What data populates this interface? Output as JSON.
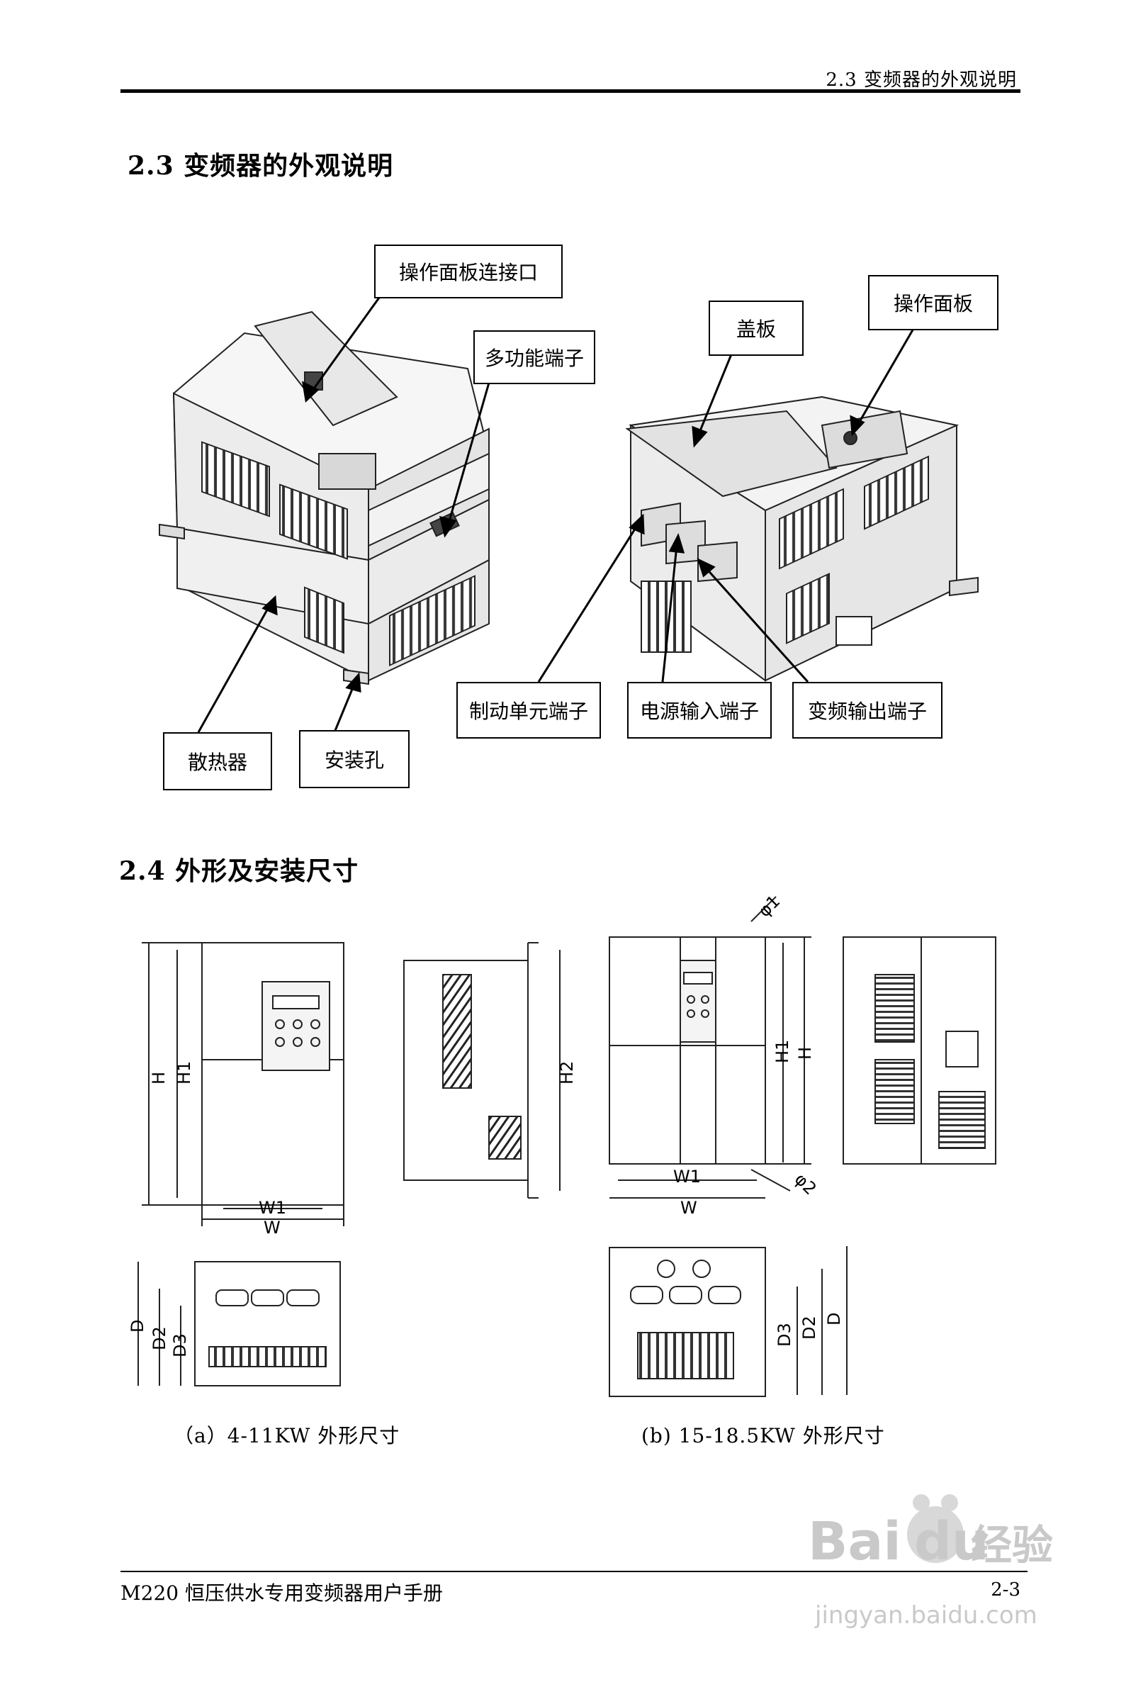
{
  "header": {
    "section": "2.3  变频器的外观说明"
  },
  "section_23": {
    "title": "2.3 变频器的外观说明",
    "callouts": {
      "panel_port": "操作面板连接口",
      "multi_terminal": "多功能端子",
      "heatsink": "散热器",
      "mount_hole": "安装孔",
      "cover": "盖板",
      "panel": "操作面板",
      "brake_terminal": "制动单元端子",
      "power_in_terminal": "电源输入端子",
      "output_terminal": "变频输出端子"
    }
  },
  "section_24": {
    "title": "2.4  外形及安装尺寸",
    "dims": {
      "H": "H",
      "H1": "H1",
      "H2": "H2",
      "W": "W",
      "W1": "W1",
      "D": "D",
      "D2": "D2",
      "D3": "D3",
      "phi1": "φ1",
      "phi2": "φ2"
    },
    "caption_a": "（a）4-11KW 外形尺寸",
    "caption_b": "(b) 15-18.5KW  外形尺寸"
  },
  "footer": {
    "manual_title": "M220 恒压供水专用变频器用户手册",
    "page_number": "2-3"
  },
  "watermark": {
    "brand": "Bai",
    "brand2": "du",
    "jingyan": "经验",
    "url": "jingyan.baidu.com"
  }
}
